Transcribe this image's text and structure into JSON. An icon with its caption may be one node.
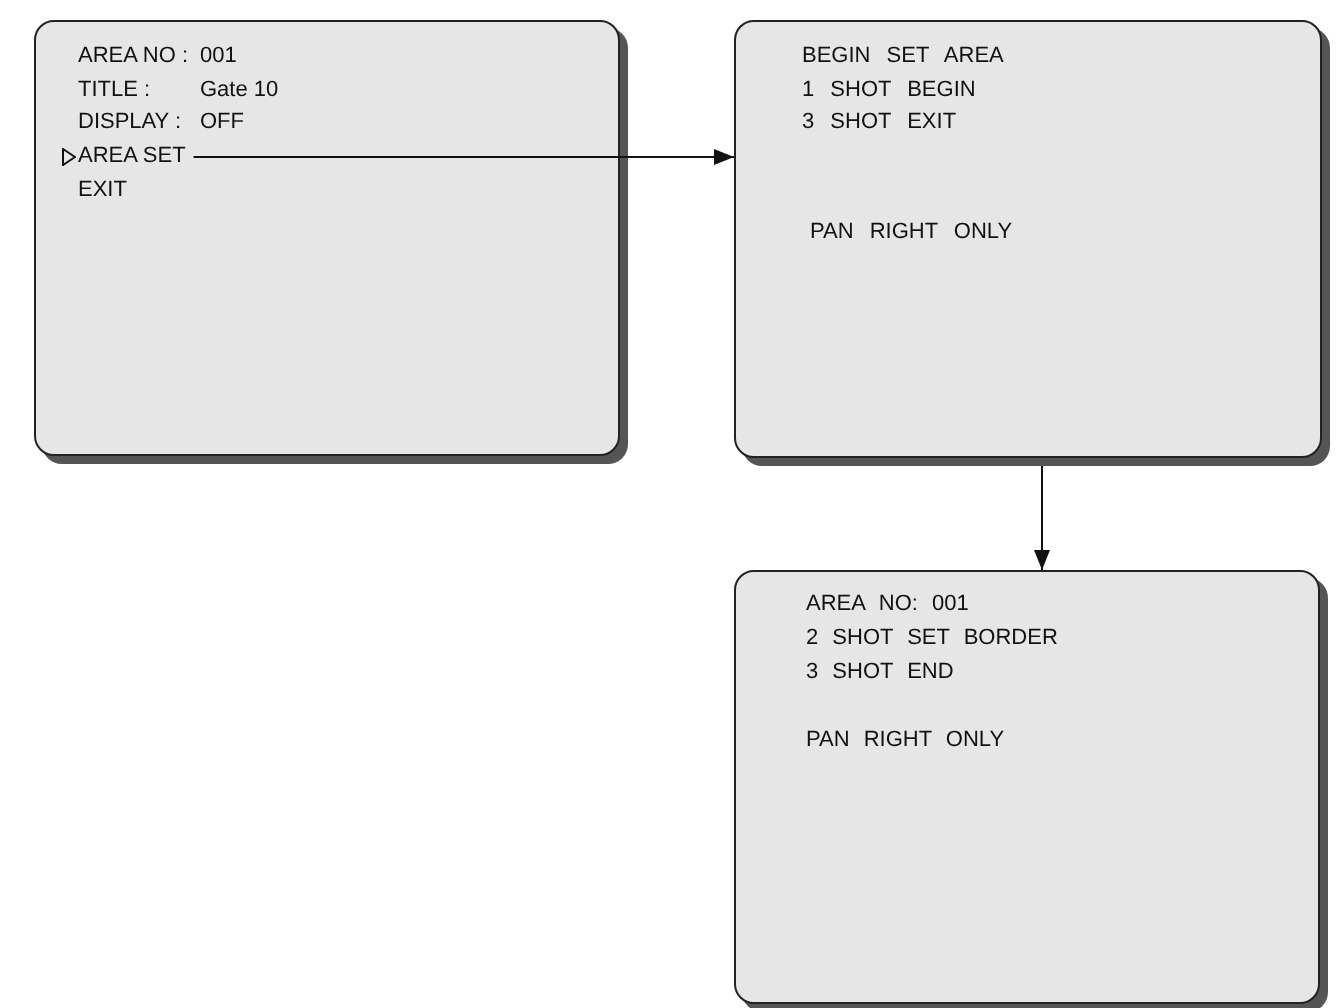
{
  "diagram": {
    "nodes": [
      {
        "text": [
          "AREA NO :",
          "001",
          "TITLE :",
          "Gate 10",
          "DISPLAY :",
          "OFF",
          "EXIT"
        ]
      },
      {
        "text": [
          "AREA SET"
        ],
        "in": 0
      },
      {
        "text": [
          "BEGIN SET AREA",
          "1 SHOT BEGIN",
          "3 SHOT EXIT",
          "PAN RIGHT ONLY"
        ]
      },
      {
        "text": [
          "AREA NO: 001",
          "2 SHOT SET BORDER",
          "3 SHOT END",
          "PAN RIGHT ONLY"
        ]
      }
    ],
    "edges": [
      {
        "from": 1,
        "to": 2,
        "arrow": "to"
      },
      {
        "from": 2,
        "to": 3,
        "arrow": "to"
      }
    ]
  }
}
